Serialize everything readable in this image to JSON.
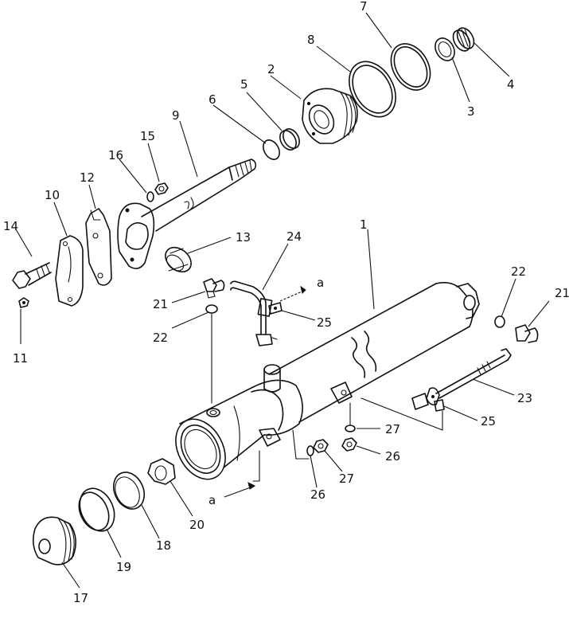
{
  "labels": [
    {
      "id": "1",
      "text": "1"
    },
    {
      "id": "2",
      "text": "2"
    },
    {
      "id": "3",
      "text": "3"
    },
    {
      "id": "4",
      "text": "4"
    },
    {
      "id": "5",
      "text": "5"
    },
    {
      "id": "6",
      "text": "6"
    },
    {
      "id": "7",
      "text": "7"
    },
    {
      "id": "8",
      "text": "8"
    },
    {
      "id": "9",
      "text": "9"
    },
    {
      "id": "10",
      "text": "10"
    },
    {
      "id": "11",
      "text": "11"
    },
    {
      "id": "12",
      "text": "12"
    },
    {
      "id": "13",
      "text": "13"
    },
    {
      "id": "14",
      "text": "14"
    },
    {
      "id": "15",
      "text": "15"
    },
    {
      "id": "16",
      "text": "16"
    },
    {
      "id": "17",
      "text": "17"
    },
    {
      "id": "18",
      "text": "18"
    },
    {
      "id": "19",
      "text": "19"
    },
    {
      "id": "20",
      "text": "20"
    },
    {
      "id": "21a",
      "text": "21"
    },
    {
      "id": "21b",
      "text": "21"
    },
    {
      "id": "22a",
      "text": "22"
    },
    {
      "id": "22b",
      "text": "22"
    },
    {
      "id": "23",
      "text": "23"
    },
    {
      "id": "24",
      "text": "24"
    },
    {
      "id": "25a",
      "text": "25"
    },
    {
      "id": "25b",
      "text": "25"
    },
    {
      "id": "26a",
      "text": "26"
    },
    {
      "id": "26b",
      "text": "26"
    },
    {
      "id": "27a",
      "text": "27"
    },
    {
      "id": "27b",
      "text": "27"
    }
  ],
  "markers": {
    "a_top": "a",
    "a_bottom": "a"
  }
}
